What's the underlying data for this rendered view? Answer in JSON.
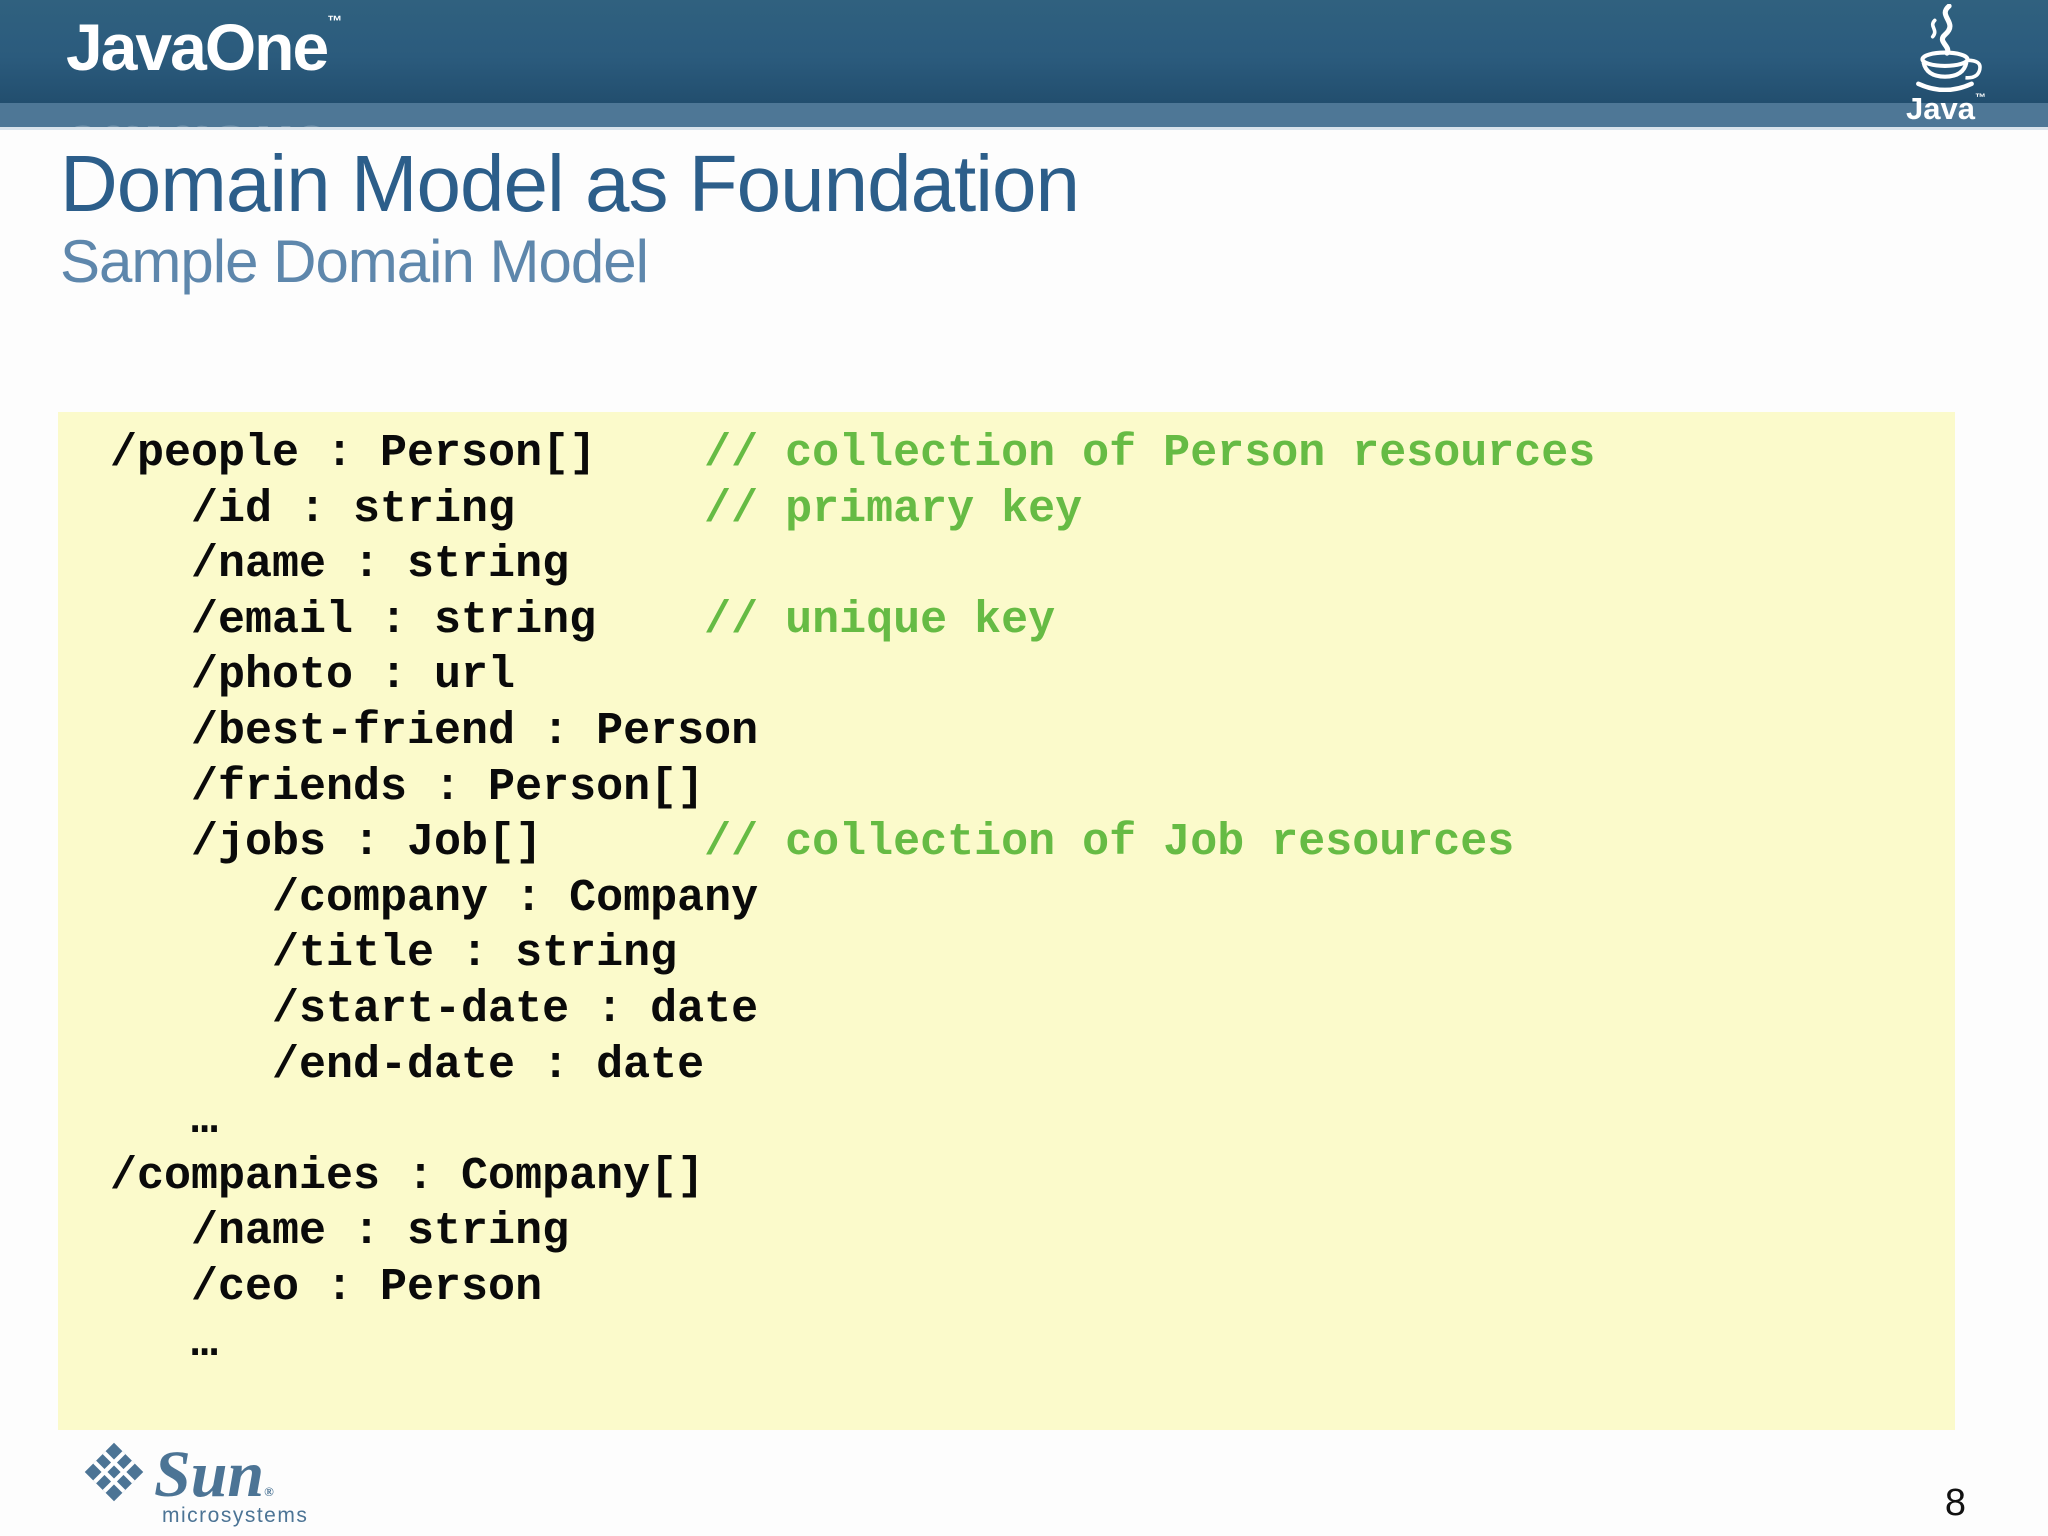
{
  "header": {
    "brand": "JavaOne",
    "brand_tm": "™",
    "java_logo_label": "Java",
    "java_logo_tm": "™"
  },
  "title": "Domain Model as Foundation",
  "subtitle": "Sample Domain Model",
  "code": {
    "lines": [
      {
        "code": "/people : Person[]    ",
        "comment": "// collection of Person resources"
      },
      {
        "code": "   /id : string       ",
        "comment": "// primary key"
      },
      {
        "code": "   /name : string",
        "comment": ""
      },
      {
        "code": "   /email : string    ",
        "comment": "// unique key"
      },
      {
        "code": "   /photo : url",
        "comment": ""
      },
      {
        "code": "   /best-friend : Person",
        "comment": ""
      },
      {
        "code": "   /friends : Person[]",
        "comment": ""
      },
      {
        "code": "   /jobs : Job[]      ",
        "comment": "// collection of Job resources"
      },
      {
        "code": "      /company : Company",
        "comment": ""
      },
      {
        "code": "      /title : string",
        "comment": ""
      },
      {
        "code": "      /start-date : date",
        "comment": ""
      },
      {
        "code": "      /end-date : date",
        "comment": ""
      },
      {
        "code": "   …",
        "comment": ""
      },
      {
        "code": "/companies : Company[]",
        "comment": ""
      },
      {
        "code": "   /name : string",
        "comment": ""
      },
      {
        "code": "   /ceo : Person",
        "comment": ""
      },
      {
        "code": "   …",
        "comment": ""
      }
    ]
  },
  "footer": {
    "sun_logo_text": "Sun",
    "sun_logo_reg": "®",
    "sun_logo_subtext": "microsystems",
    "page_number": "8"
  },
  "colors": {
    "header_dark": "#2B5B7D",
    "header_dark_edge": "#224E6E",
    "header_light": "#4E7796",
    "header_line": "#D9E3EB",
    "title": "#2C5E8A",
    "subtitle": "#5E87AC",
    "code_bg": "#FBFACB",
    "code_text": "#0A0A0A",
    "comment": "#66BB44",
    "sun": "#4C7495",
    "page_number": "#111111"
  }
}
